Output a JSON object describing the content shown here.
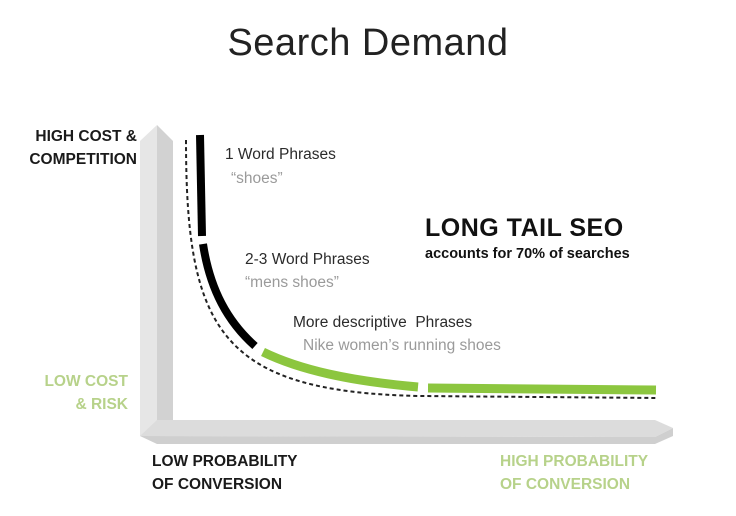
{
  "title": "Search Demand",
  "y_axis": {
    "top_label_line1": "HIGH COST &",
    "top_label_line2": "COMPETITION",
    "bottom_label_line1": "LOW COST",
    "bottom_label_line2": "& RISK"
  },
  "x_axis": {
    "left_label_line1": "LOW PROBABILITY",
    "left_label_line2": "OF CONVERSION",
    "right_label_line1": "HIGH PROBABILITY",
    "right_label_line2": "OF CONVERSION"
  },
  "segments": [
    {
      "phrase": "1 Word Phrases",
      "example": "“shoes”",
      "color": "#000000"
    },
    {
      "phrase": "2-3 Word Phrases",
      "example": "“mens shoes”",
      "color": "#000000"
    },
    {
      "phrase": "More descriptive  Phrases",
      "example": "Nike women’s running shoes",
      "color": "#8cc63f"
    }
  ],
  "callout": {
    "title": "LONG TAIL SEO",
    "subtitle": "accounts for 70% of searches"
  },
  "colors": {
    "axis_gray": "#dcdcdc",
    "head_curve": "#000000",
    "tail_curve": "#8cc63f",
    "green_label": "#b7d28a"
  }
}
